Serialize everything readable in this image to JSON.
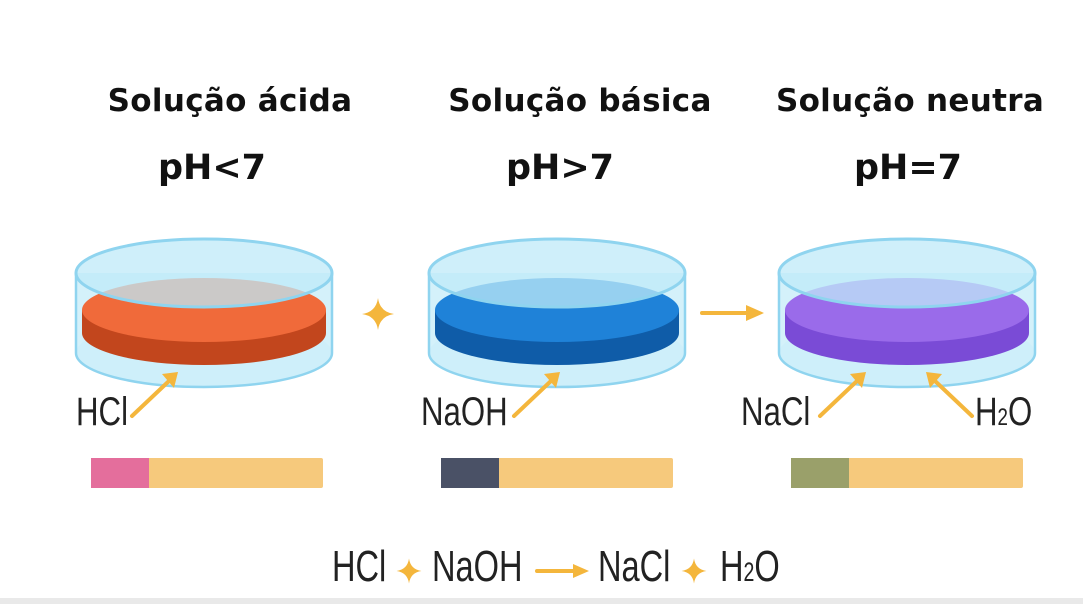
{
  "columns": [
    {
      "title": "Solução ácida",
      "ph": "pH<7",
      "colors": {
        "liquid_top": "#f06a3a",
        "liquid_side": "#c2461d",
        "strip_pad": "#e46e9c"
      }
    },
    {
      "title": "Solução básica",
      "ph": "pH>7",
      "colors": {
        "liquid_top": "#1f82d8",
        "liquid_side": "#0f5ca8",
        "strip_pad": "#4a5166"
      }
    },
    {
      "title": "Solução neutra",
      "ph": "pH=7",
      "colors": {
        "liquid_top": "#9a6bea",
        "liquid_side": "#7a4bd6",
        "strip_pad": "#9aa06a"
      }
    }
  ],
  "labels": {
    "hcl": "HCl",
    "naoh": "NaOH",
    "nacl": "NaCl",
    "h2o_base": "H",
    "h2o_sub": "2",
    "h2o_end": "O"
  },
  "equation": {
    "hcl": "HCl",
    "naoh": "NaOH",
    "nacl": "NaCl",
    "h2o_base": "H",
    "h2o_sub": "2",
    "h2o_end": "O"
  },
  "colors": {
    "dish_glass": "#bfe9f8",
    "dish_rim": "#8fd4ef",
    "operator": "#f4b63c",
    "strip_paper": "#f6c97c"
  }
}
